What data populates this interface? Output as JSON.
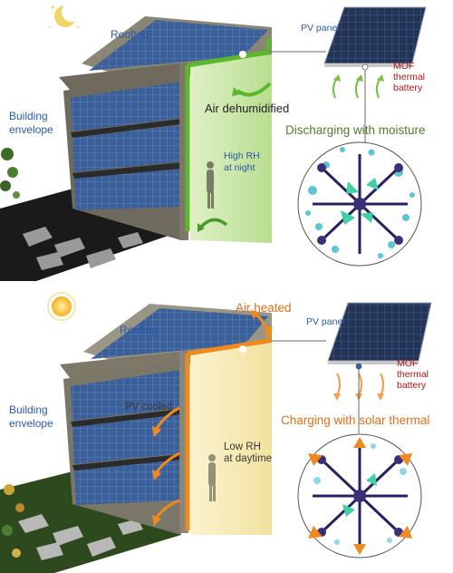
{
  "night_panel": {
    "rooftop": "Rooftop",
    "building_envelope_line1": "Building",
    "building_envelope_line2": "envelope",
    "pv_panel": "PV panel",
    "mof_line1": "MOF",
    "mof_line2": "thermal",
    "mof_line3": "battery",
    "air_status": "Air dehumidified",
    "rh_line1": "High RH",
    "rh_line2": "at night",
    "process": "Discharging with moisture"
  },
  "day_panel": {
    "rooftop": "Rooftop",
    "building_envelope_line1": "Building",
    "building_envelope_line2": "envelope",
    "pv_panel": "PV panel",
    "mof_line1": "MOF",
    "mof_line2": "thermal",
    "mof_line3": "battery",
    "air_status": "Air heated",
    "pv_status": "PV cooled",
    "rh_line1": "Low RH",
    "rh_line2": "at daytime",
    "process": "Charging with solar thermal"
  },
  "colors": {
    "night_accent": "#5ab82a",
    "day_accent": "#f08a1e",
    "panel_blue": "#2f4f86",
    "mof_purple": "#2a2060",
    "water_cyan": "#36b7c8"
  },
  "icons": {
    "night": "crescent-moon-icon",
    "day": "sun-icon"
  }
}
